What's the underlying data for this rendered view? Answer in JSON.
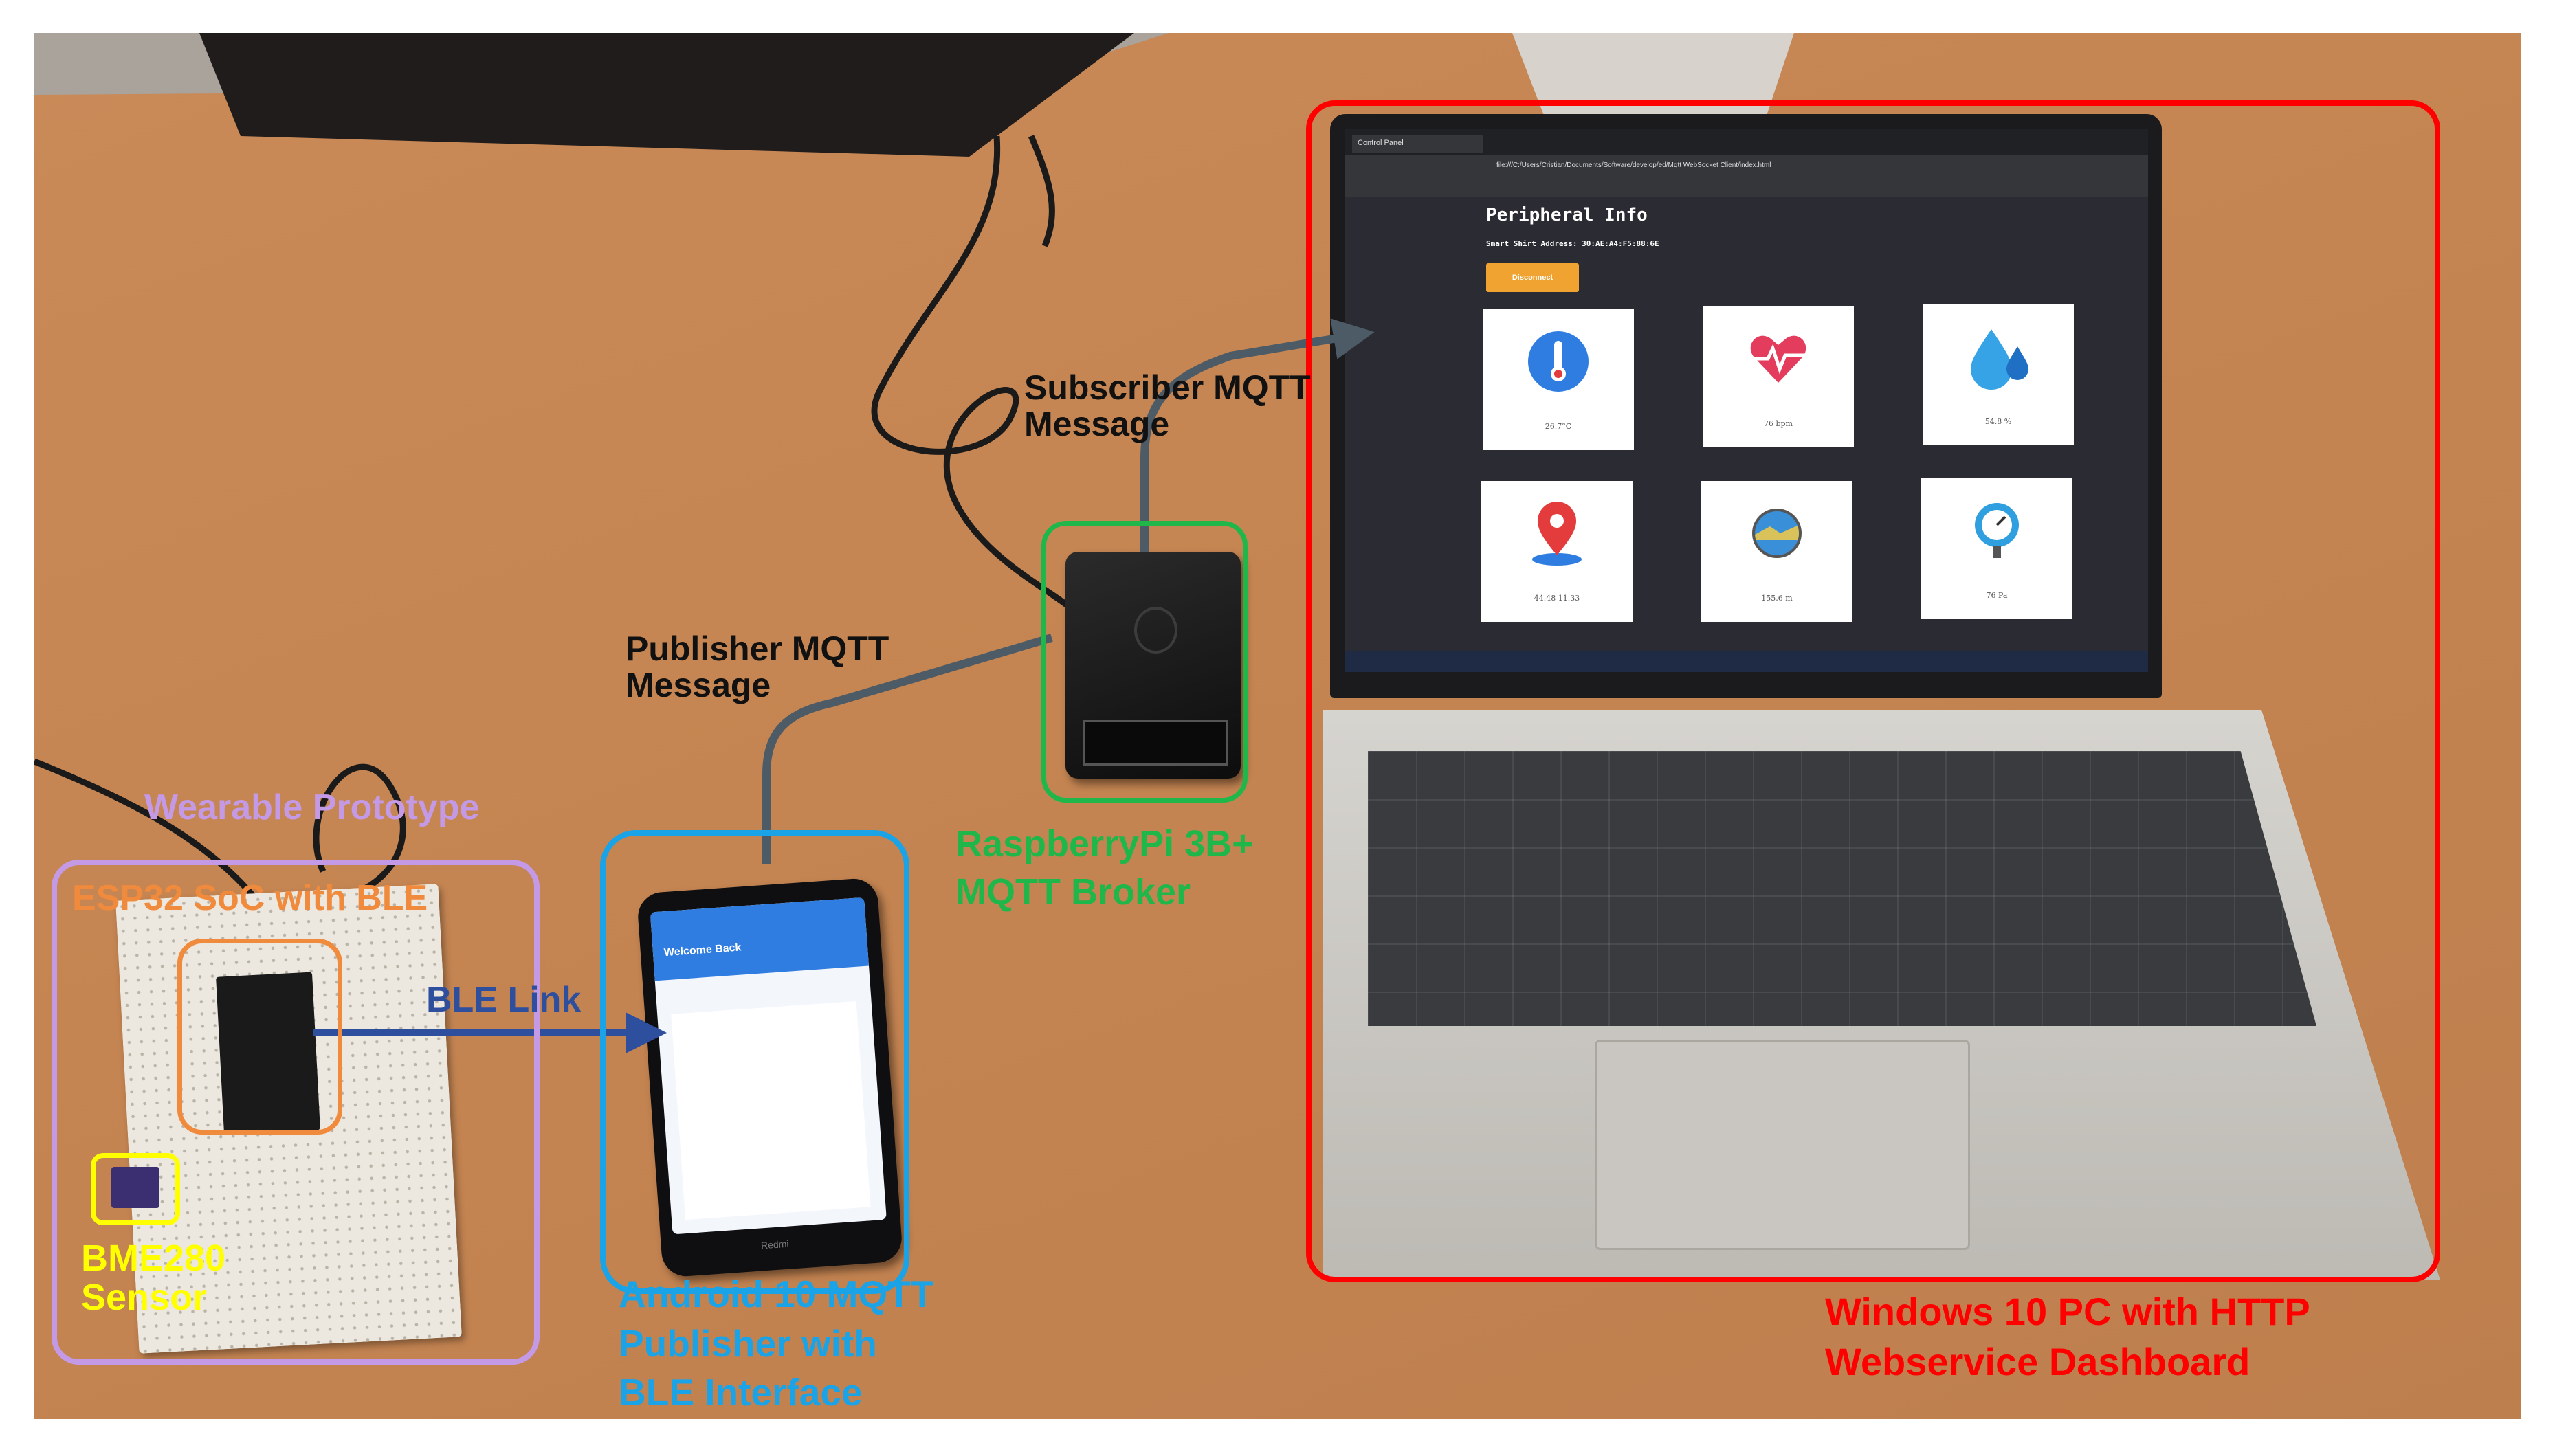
{
  "labels": {
    "subscriber": [
      "Subscriber MQTT",
      "Message"
    ],
    "publisher": [
      "Publisher MQTT",
      "Message"
    ],
    "wearable": "Wearable  Prototype",
    "esp32": "ESP32 SoC with BLE",
    "ble_link": "BLE Link",
    "bme280": [
      "BME280",
      "Sensor"
    ],
    "android": [
      "Android 10 MQTT",
      "Publisher with",
      "BLE Interface"
    ],
    "raspberry": [
      "RaspberryPi 3B+",
      "MQTT Broker"
    ],
    "windows": [
      "Windows 10 PC with HTTP",
      "Webservice Dashboard"
    ]
  },
  "dashboard": {
    "tab_title": "Control Panel",
    "address_bar": "file:///C:/Users/Cristian/Documents/Software/develop/ed/Mqtt WebSocket Client/index.html",
    "heading": "Peripheral Info",
    "address_line": "Smart Shirt Address: 30:AE:A4:F5:88:6E",
    "button": "Disconnect",
    "cards": [
      {
        "icon": "thermometer-icon",
        "value": "26.7°C"
      },
      {
        "icon": "heart-rate-icon",
        "value": "76 bpm"
      },
      {
        "icon": "humidity-icon",
        "value": "54.8 %"
      },
      {
        "icon": "location-pin-icon",
        "value": "44.48 11.33"
      },
      {
        "icon": "altitude-icon",
        "value": "155.6 m"
      },
      {
        "icon": "pressure-gauge-icon",
        "value": "76 Pa"
      }
    ]
  },
  "phone": {
    "app_title": "Welcome Back",
    "brand": "Redmi"
  },
  "colors": {
    "red": "#ff0000",
    "green": "#1fb74a",
    "cyan": "#1aa3e6",
    "purple": "#c49ae6",
    "orange": "#f08a3c",
    "yellow": "#ffff00",
    "arrow": "#4d5b66",
    "ble_arrow": "#2e4e9e"
  }
}
